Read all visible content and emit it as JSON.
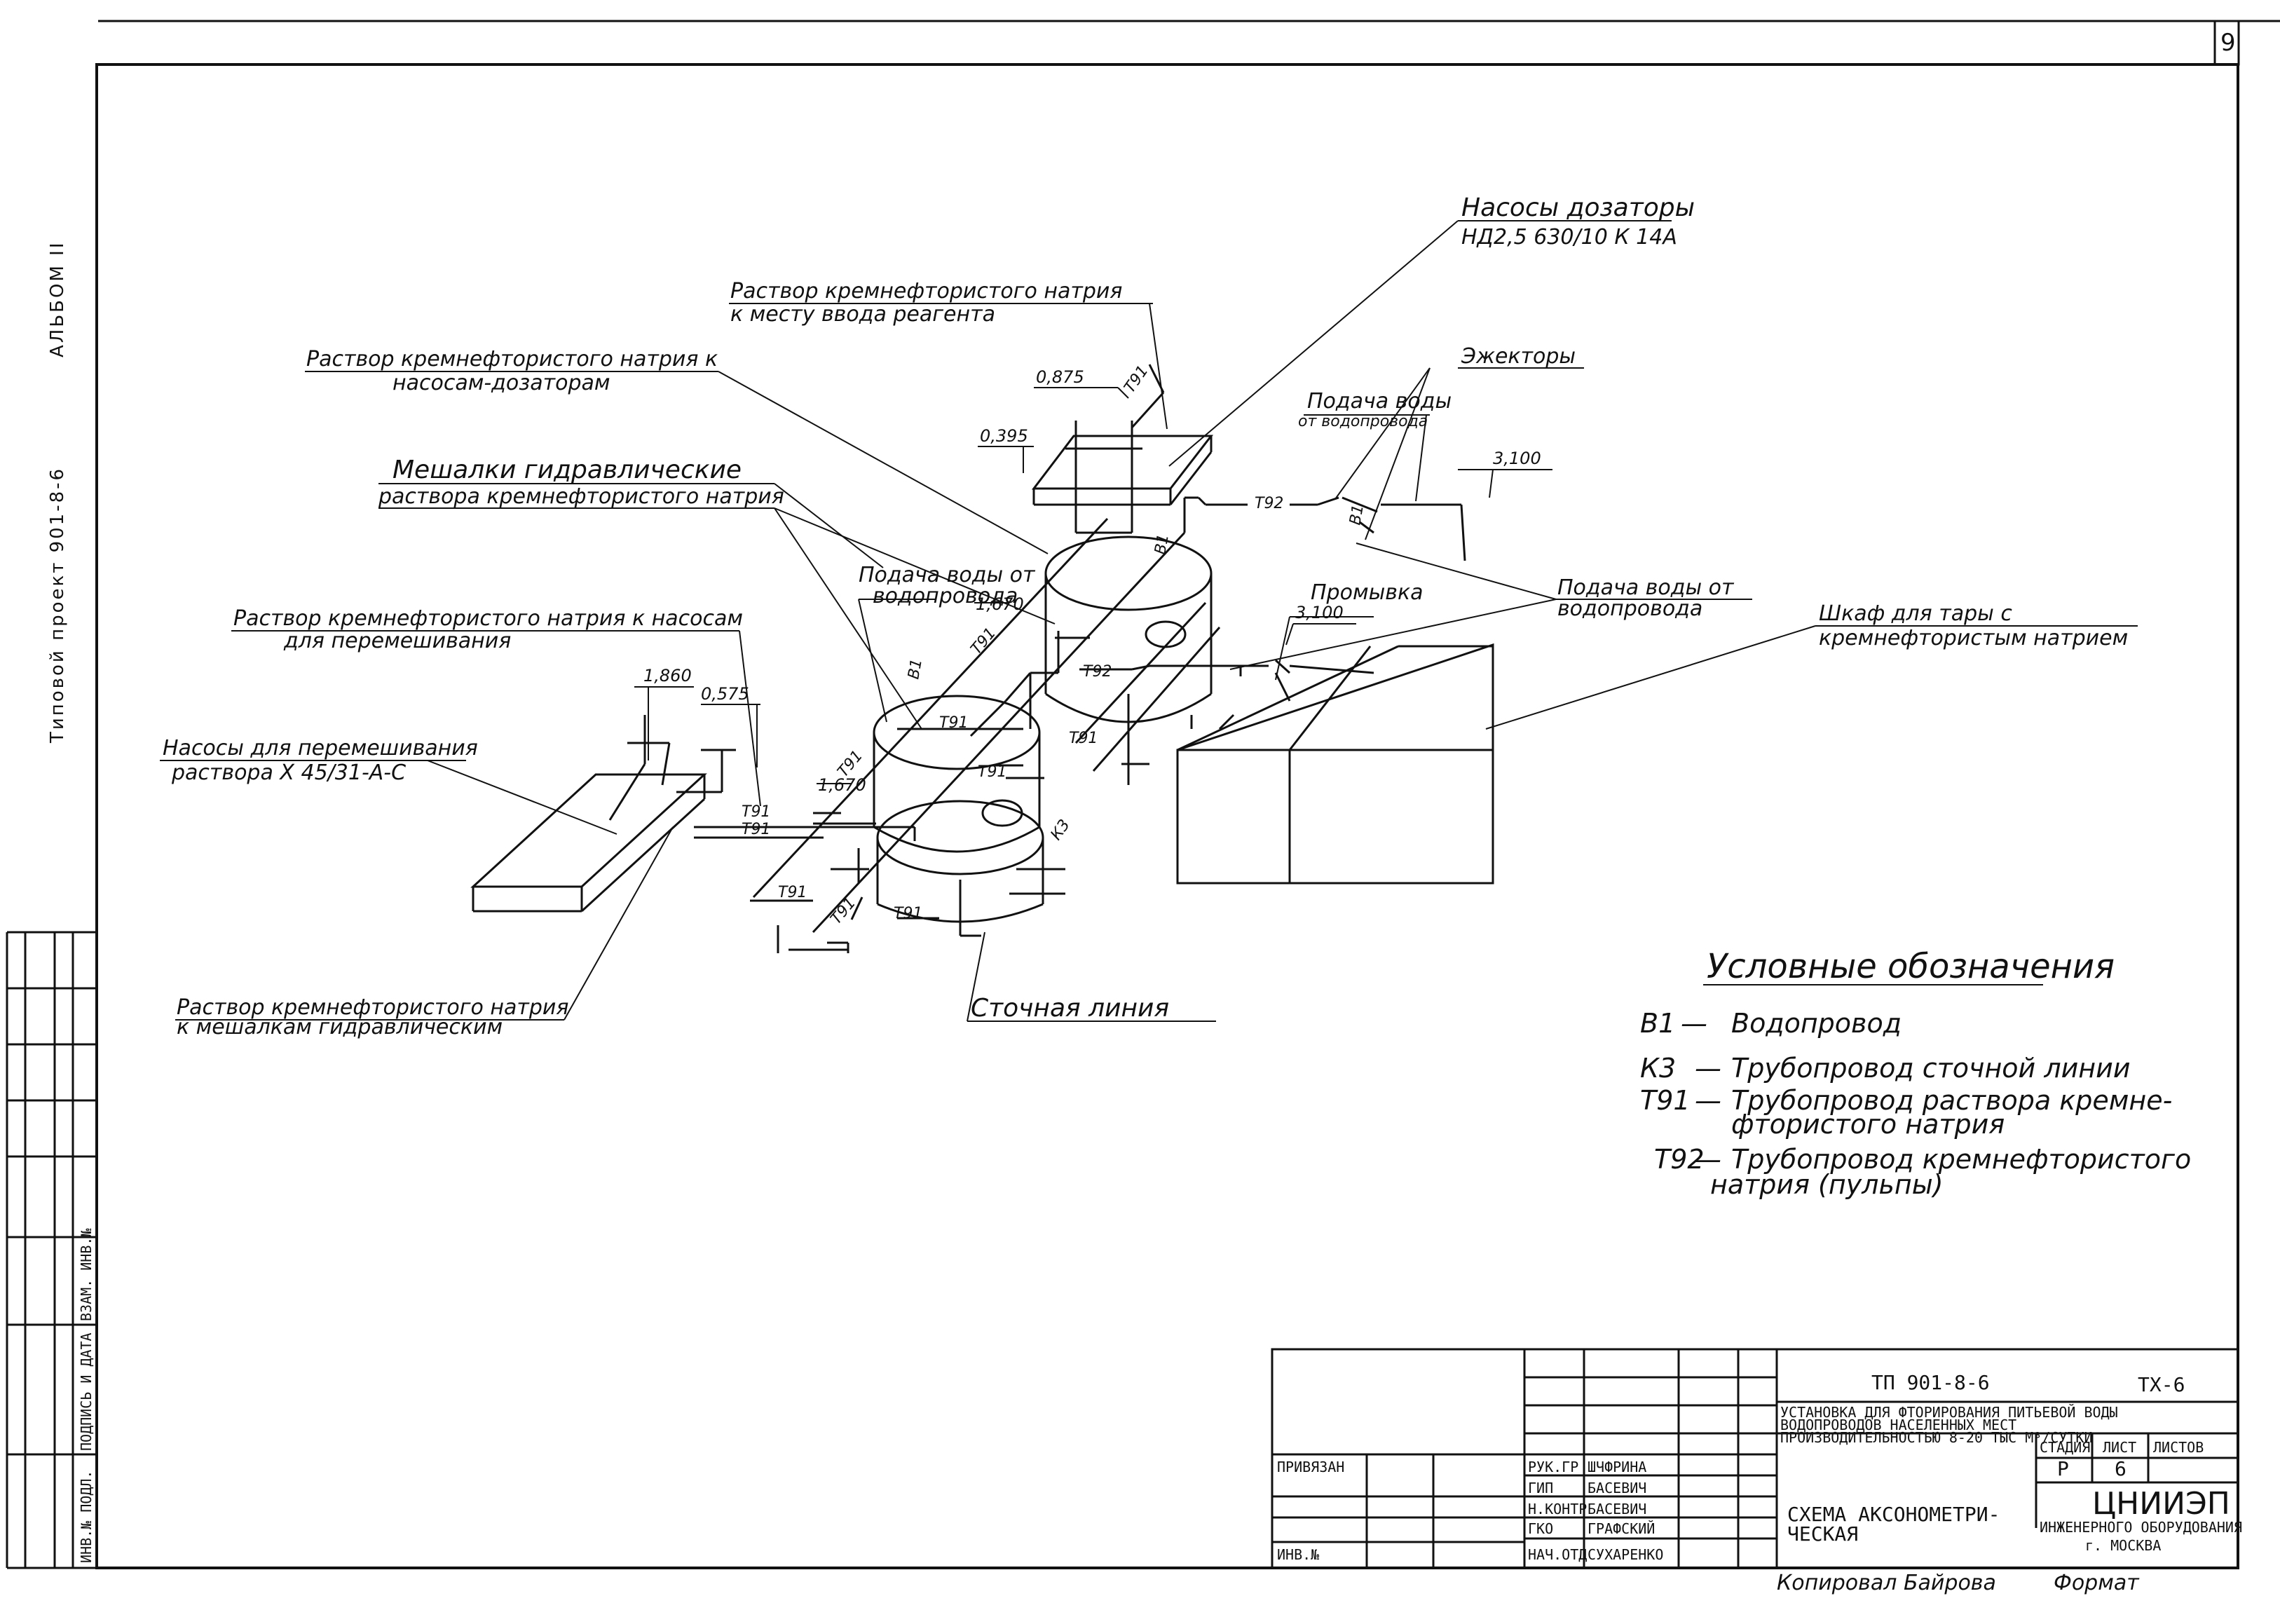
{
  "sheet": {
    "page_number": "9",
    "side_labels": {
      "album": "АЛЬБОМ II",
      "project": "Типовой проект 901-8-6"
    },
    "left_strip_labels": {
      "inv_podl": "ИНВ.№ ПОДЛ.",
      "podpis_data": "ПОДПИСЬ И ДАТА",
      "vzam_inv": "ВЗАМ. ИНВ.№"
    }
  },
  "callouts": {
    "pumps_dosing_title": "Насосы дозаторы",
    "pumps_dosing_model": "НД2,5 630/10 К 14А",
    "solution_to_input_1": "Раствор кремнефтористого натрия",
    "solution_to_input_2": "к месту ввода реагента",
    "solution_to_dosing_1": "Раствор кремнефтористого натрия к",
    "solution_to_dosing_2": "насосам-дозаторам",
    "water_supply_1": "Подача воды",
    "water_supply_2": "от водопровода",
    "ejectors": "Эжекторы",
    "mixers_1": "Мешалки гидравлические",
    "mixers_2": "раствора кремнефтористого натрия",
    "water_supply_b1": "Подача воды от",
    "water_supply_b2": "водопровода",
    "flushing": "Промывка",
    "water_supply_c1": "Подача воды от",
    "water_supply_c2": "водопровода",
    "cabinet_1": "Шкаф для тары с",
    "cabinet_2": "кремнефтористым натрием",
    "solution_to_mix_pumps_1": "Раствор кремнефтористого натрия к насосам",
    "solution_to_mix_pumps_2": "для перемешивания",
    "mix_pumps_1": "Насосы для перемешивания",
    "mix_pumps_2": "раствора Х 45/31-А-С",
    "solution_to_mixers_1": "Раствор кремнефтористого натрия",
    "solution_to_mixers_2": "к мешалкам гидравлическим",
    "sewer_line": "Сточная линия"
  },
  "dimensions": {
    "d0875": "0,875",
    "d0395": "0,395",
    "d3100a": "3,100",
    "d3100b": "3,100",
    "d1670a": "1,670",
    "d1670b": "1,670",
    "d1860": "1,860",
    "d0575": "0,575"
  },
  "pipe_tags": {
    "b1": "В1",
    "k3": "К3",
    "t91": "Т91",
    "t92": "Т92"
  },
  "legend": {
    "title": "Условные обозначения",
    "items": [
      {
        "code": "В1",
        "text": "Водопровод",
        "text2": ""
      },
      {
        "code": "К3",
        "text": "Трубопровод сточной линии",
        "text2": ""
      },
      {
        "code": "Т91",
        "text": "Трубопровод раствора кремне-",
        "text2": "фтористого натрия"
      },
      {
        "code": "Т92",
        "text": "Трубопровод кремнефтористого",
        "text2": "натрия (пульпы)"
      }
    ]
  },
  "title_block": {
    "doc_code": "ТП 901-8-6",
    "sheet_code": "ТХ-6",
    "title_1": "УСТАНОВКА ДЛЯ ФТОРИРОВАНИЯ ПИТЬЕВОЙ ВОДЫ",
    "title_2": "ВОДОПРОВОДОВ НАСЕЛЕННЫХ МЕСТ",
    "title_3": "ПРОИЗВОДИТЕЛЬНОСТЬЮ 8-20 ТЫС М³/СУТКИ",
    "stage_hdr": "СТАДИЯ",
    "sheet_hdr": "ЛИСТ",
    "sheets_hdr": "ЛИСТОВ",
    "stage_val": "Р",
    "sheet_val": "6",
    "sheets_val": "",
    "drawing_name_1": "СХЕМА АКСОНОМЕТРИ-",
    "drawing_name_2": "ЧЕСКАЯ",
    "org_1": "ЦНИИЭП",
    "org_2": "ИНЖЕНЕРНОГО ОБОРУДОВАНИЯ",
    "org_3": "г. МОСКВА",
    "privyazan": "ПРИВЯЗАН",
    "inv_no": "ИНВ.№",
    "signatures": [
      {
        "role": "РУК.ГР",
        "name": "ШЧФРИНА"
      },
      {
        "role": "ГИП",
        "name": "БАСЕВИЧ"
      },
      {
        "role": "Н.КОНТР",
        "name": "БАСЕВИЧ"
      },
      {
        "role": "ГКО",
        "name": "ГРАФСКИЙ"
      },
      {
        "role": "НАЧ.ОТД",
        "name": "СУХАРЕНКО"
      }
    ],
    "copied_by": "Копировал Байрова",
    "format": "Формат"
  }
}
